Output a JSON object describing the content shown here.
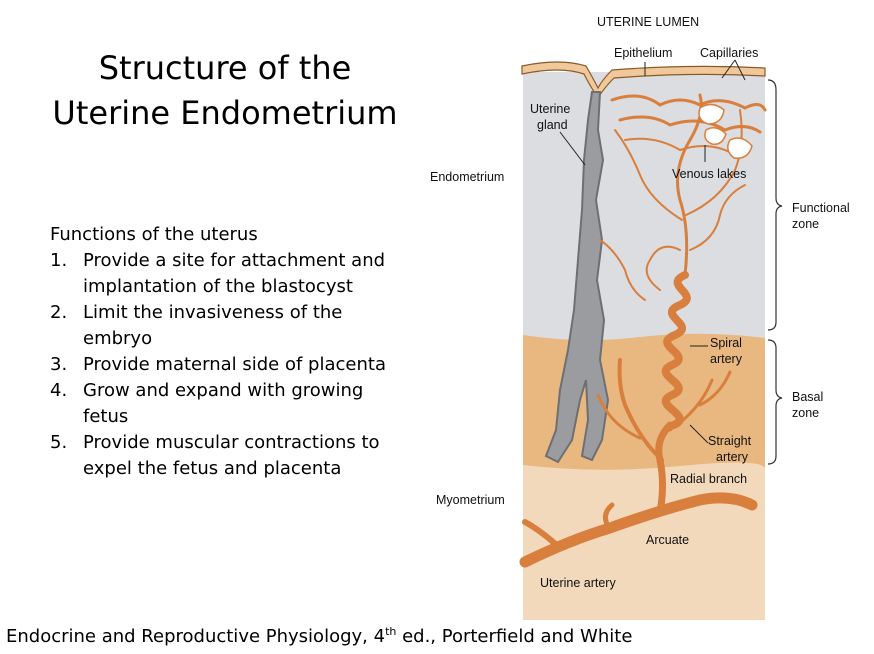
{
  "slide": {
    "title_line1": "Structure of the",
    "title_line2": "Uterine Endometrium",
    "list_heading": "Functions of the uterus",
    "functions": [
      {
        "num": "1.",
        "line1": "Provide a site for attachment and",
        "line2": "implantation of the blastocyst"
      },
      {
        "num": "2.",
        "line1": "Limit the invasiveness of the",
        "line2": "embryo"
      },
      {
        "num": "3.",
        "line1": "Provide maternal side of placenta",
        "line2": ""
      },
      {
        "num": "4.",
        "line1": "Grow and expand with growing",
        "line2": "fetus"
      },
      {
        "num": "5.",
        "line1": "Provide muscular contractions to",
        "line2": "expel the fetus and placenta"
      }
    ],
    "citation_pre": "Endocrine and Reproductive Physiology, 4",
    "citation_sup": "th",
    "citation_post": " ed., Porterfield and White"
  },
  "diagram": {
    "uterine_lumen": "UTERINE LUMEN",
    "epithelium": "Epithelium",
    "capillaries": "Capillaries",
    "uterine_gland_1": "Uterine",
    "uterine_gland_2": "gland",
    "endometrium": "Endometrium",
    "venous_lakes": "Venous lakes",
    "functional_zone_1": "Functional",
    "functional_zone_2": "zone",
    "spiral_artery_1": "Spiral",
    "spiral_artery_2": "artery",
    "basal_zone_1": "Basal",
    "basal_zone_2": "zone",
    "straight_artery_1": "Straight",
    "straight_artery_2": "artery",
    "radial_branch": "Radial branch",
    "myometrium": "Myometrium",
    "arcuate": "Arcuate",
    "uterine_artery": "Uterine artery",
    "colors": {
      "functional": "#dcdde1",
      "basal": "#e8b880",
      "myometrium": "#f3d9bc",
      "artery": "#d87f3e",
      "gland": "#9a9ca0",
      "epithelium": "#f0c89a"
    }
  }
}
